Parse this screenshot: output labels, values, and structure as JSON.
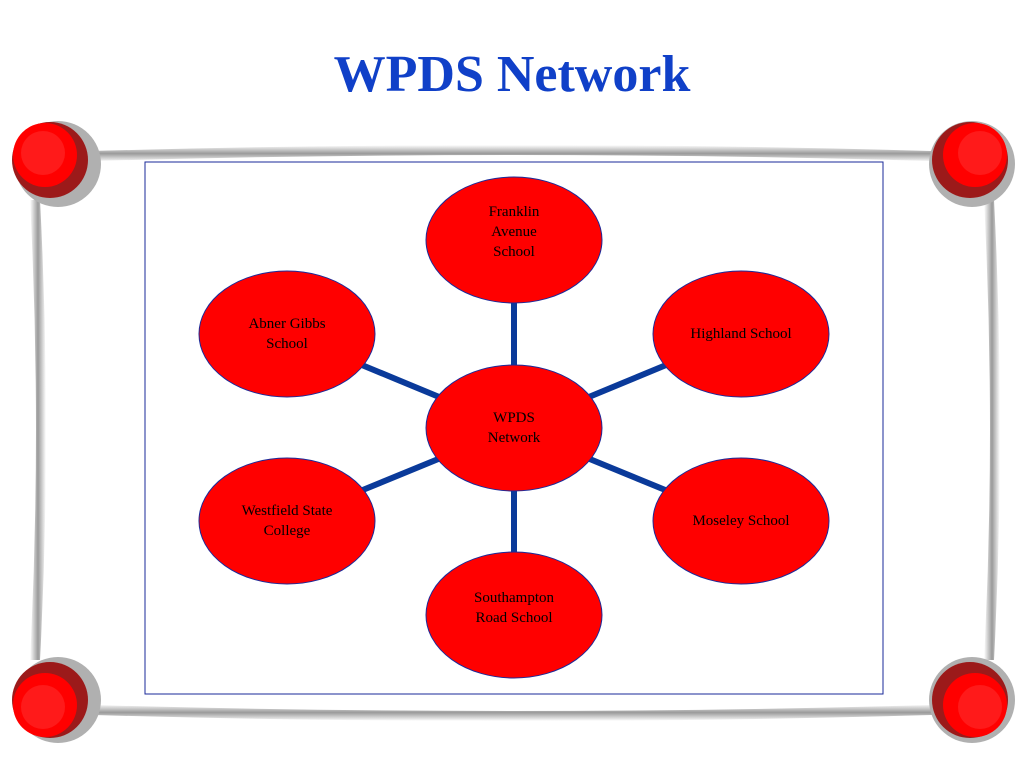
{
  "title": "WPDS Network",
  "colors": {
    "title": "#1040c8",
    "node_fill": "#ff0000",
    "node_stroke": "#1a2a9a",
    "connector": "#0a3a9a",
    "panel_border": "#1a2a9a"
  },
  "diagram": {
    "center": {
      "id": "center",
      "label": "WPDS\nNetwork"
    },
    "nodes": [
      {
        "id": "franklin",
        "label": "Franklin\nAvenue\nSchool"
      },
      {
        "id": "highland",
        "label": "Highland School"
      },
      {
        "id": "moseley",
        "label": "Moseley School"
      },
      {
        "id": "southampton",
        "label": "Southampton\nRoad School"
      },
      {
        "id": "westfield",
        "label": "Westfield State\nCollege"
      },
      {
        "id": "abner",
        "label": "Abner Gibbs\nSchool"
      }
    ]
  }
}
